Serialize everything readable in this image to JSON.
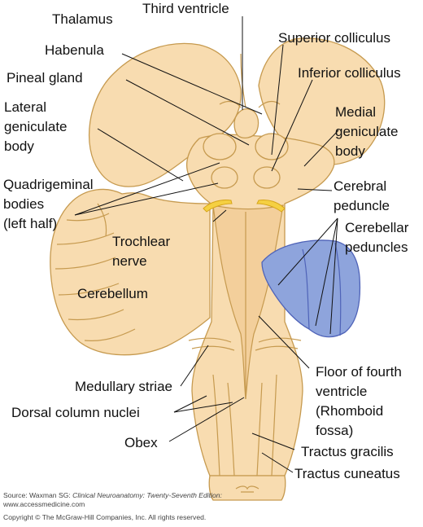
{
  "labels": {
    "thalamus": "Thalamus",
    "third_ventricle": "Third ventricle",
    "superior_colliculus": "Superior colliculus",
    "habenula": "Habenula",
    "inferior_colliculus": "Inferior colliculus",
    "pineal_gland": "Pineal gland",
    "lateral_geniculate": [
      "Lateral",
      "geniculate",
      "body"
    ],
    "medial_geniculate": [
      "Medial",
      "geniculate",
      "body"
    ],
    "cerebral_peduncle": [
      "Cerebral",
      "peduncle"
    ],
    "quadrigeminal": [
      "Quadrigeminal",
      "bodies",
      "(left half)"
    ],
    "cerebellar_peduncles": [
      "Cerebellar",
      "peduncles"
    ],
    "trochlear": [
      "Trochlear",
      "nerve"
    ],
    "cerebellum": "Cerebellum",
    "floor_fourth": [
      "Floor of fourth",
      "ventricle",
      "(Rhomboid",
      "fossa)"
    ],
    "medullary_striae": "Medullary striae",
    "dorsal_column_nuclei": "Dorsal column nuclei",
    "obex": "Obex",
    "tractus_gracilis": "Tractus gracilis",
    "tractus_cuneatus": "Tractus cuneatus"
  },
  "source": {
    "prefix": "Source: Waxman SG: ",
    "title": "Clinical Neuroanatomy: Twenty-Seventh Edition:",
    "website": "www.accessmedicine.com",
    "copyright": "Copyright © The McGraw-Hill Companies, Inc. All rights reserved."
  },
  "colors": {
    "tissue": "#f8dcb0",
    "tissue_outline": "#c69a4f",
    "peduncle": "#8ea4dc",
    "nerve": "#f5d042"
  }
}
